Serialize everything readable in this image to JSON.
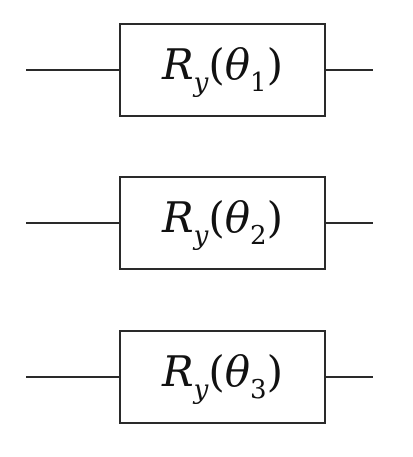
{
  "gates": [
    {
      "rotation": "R",
      "axis": "y",
      "angle": "θ",
      "index": "1"
    },
    {
      "rotation": "R",
      "axis": "y",
      "angle": "θ",
      "index": "2"
    },
    {
      "rotation": "R",
      "axis": "y",
      "angle": "θ",
      "index": "3"
    }
  ]
}
